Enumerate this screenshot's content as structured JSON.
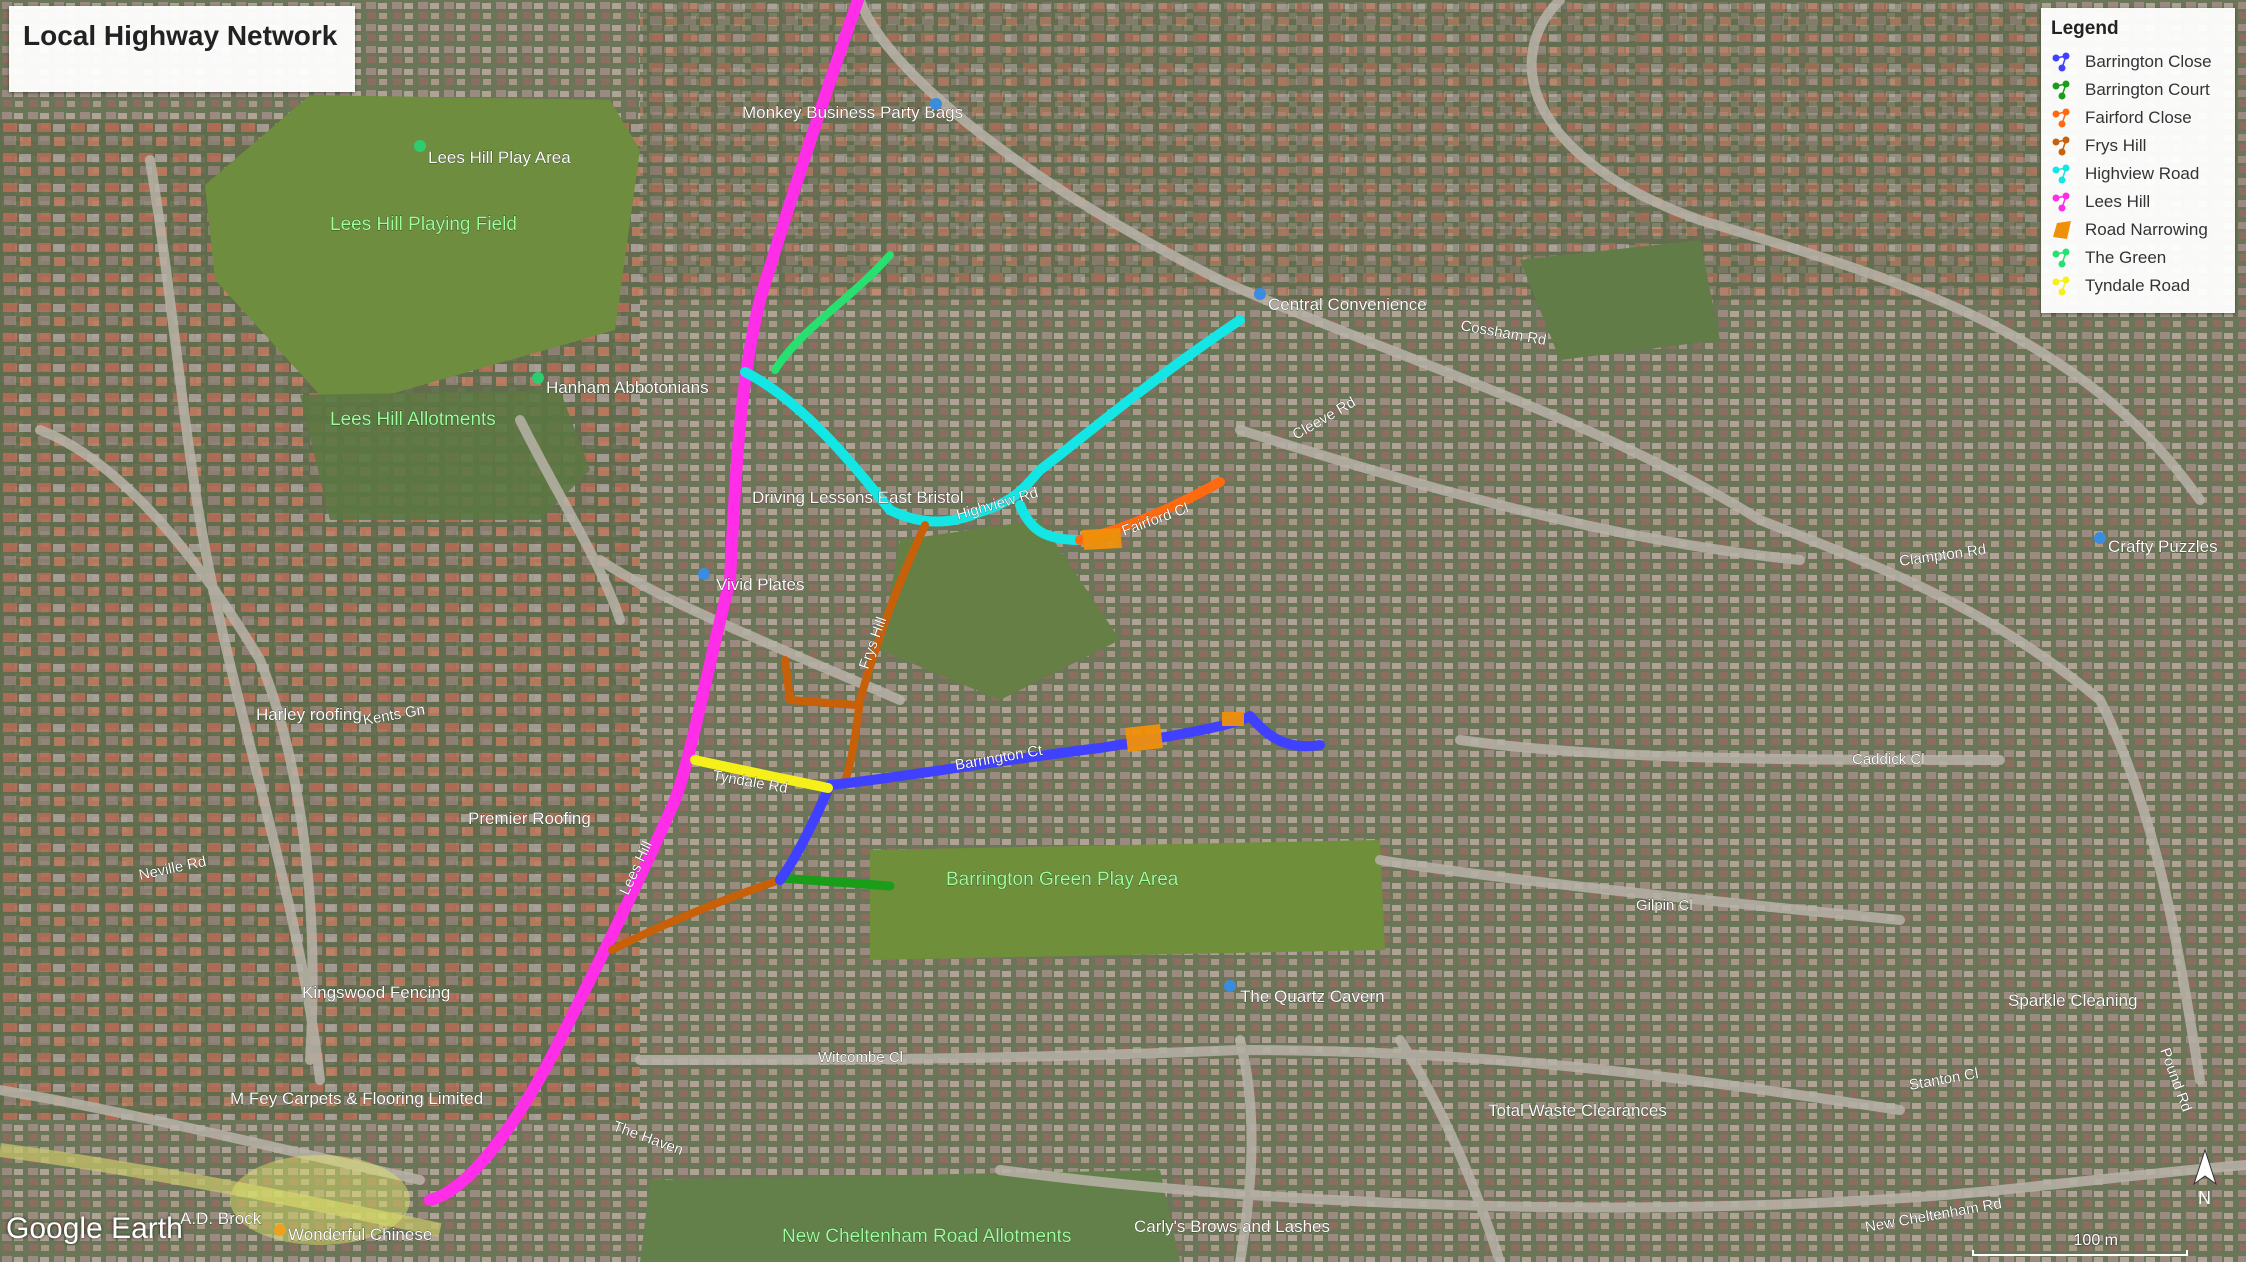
{
  "map": {
    "title": "Local Highway Network",
    "attribution": "Google Earth",
    "scale_label": "100 m",
    "north_label": "N"
  },
  "legend": {
    "title": "Legend",
    "items": [
      {
        "label": "Barrington Close",
        "color": "#4040ff",
        "kind": "line"
      },
      {
        "label": "Barrington Court",
        "color": "#1a9e1a",
        "kind": "line"
      },
      {
        "label": "Fairford Close",
        "color": "#ff6a10",
        "kind": "line"
      },
      {
        "label": "Frys Hill",
        "color": "#c8600a",
        "kind": "line"
      },
      {
        "label": "Highview Road",
        "color": "#14e6e6",
        "kind": "line"
      },
      {
        "label": "Lees Hill",
        "color": "#ff2ce8",
        "kind": "line"
      },
      {
        "label": "Road Narrowing",
        "color": "#f0900a",
        "kind": "polygon"
      },
      {
        "label": "The Green",
        "color": "#28e070",
        "kind": "line"
      },
      {
        "label": "Tyndale Road",
        "color": "#f5f01a",
        "kind": "line"
      }
    ]
  },
  "area_labels": [
    "Lees Hill Playing Field",
    "Lees Hill Allotments",
    "Barrington Green Play Area",
    "New Cheltenham Road Allotments"
  ],
  "places": [
    "Lees Hill Play Area",
    "Monkey Business Party Bags",
    "Hanham Abbotonians",
    "Central Convenience",
    "Driving Lessons East Bristol",
    "Vivid Plates",
    "Harley roofing",
    "Premier Roofing",
    "Kingswood Fencing",
    "M Fey Carpets & Flooring Limited",
    "A.D. Brock",
    "Wonderful Chinese",
    "The Quartz Cavern",
    "Total Waste Clearances",
    "Carly's Brows and Lashes",
    "Crafty Puzzles",
    "Sparkle Cleaning"
  ],
  "street_labels": [
    "Highview Rd",
    "Fairford Cl",
    "Frys Hill",
    "Barrington Ct",
    "Tyndale Rd",
    "Lees Hill",
    "Caddick Cl",
    "Gilpin Cl",
    "Stanton Cl",
    "Witcombe Cl",
    "The Haven",
    "New Cheltenham Rd",
    "Pound Rd",
    "Clampton Rd",
    "Kents Gn",
    "Neville Rd",
    "Cleeve Rd",
    "Cossham Rd"
  ]
}
